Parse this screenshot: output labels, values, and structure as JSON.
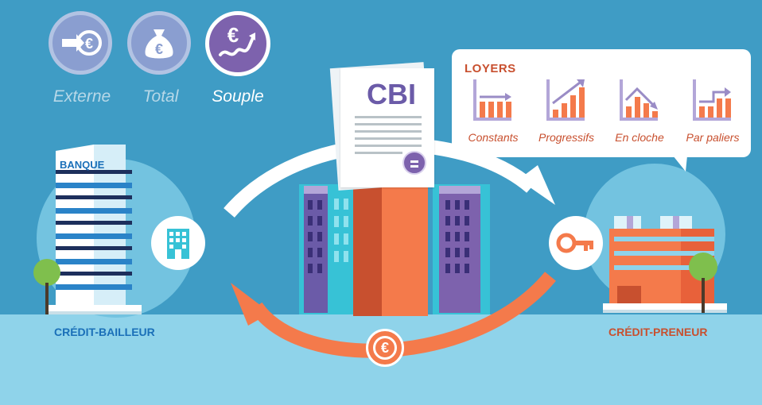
{
  "modes": [
    {
      "label": "Externe",
      "icon": "euro-arrow-icon",
      "active": false
    },
    {
      "label": "Total",
      "icon": "money-bag-icon",
      "active": false
    },
    {
      "label": "Souple",
      "icon": "euro-trend-icon",
      "active": true
    }
  ],
  "document": {
    "title": "CBI"
  },
  "left_building": {
    "sign": "BANQUE",
    "label": "CRÉDIT-BAILLEUR"
  },
  "right_building": {
    "label": "CRÉDIT-PRENEUR"
  },
  "loyers": {
    "title": "LOYERS",
    "items": [
      {
        "label": "Constants",
        "icon": "flat-chart-icon"
      },
      {
        "label": "Progressifs",
        "icon": "rising-chart-icon"
      },
      {
        "label": "En cloche",
        "icon": "bell-chart-icon"
      },
      {
        "label": "Par paliers",
        "icon": "step-chart-icon"
      }
    ]
  },
  "colors": {
    "background": "#3f9cc5",
    "ground": "#8fd3ea",
    "orange": "#f47a4b",
    "purple": "#7d62ad",
    "blue_label": "#1a6fb8",
    "red_label": "#c8502f"
  }
}
